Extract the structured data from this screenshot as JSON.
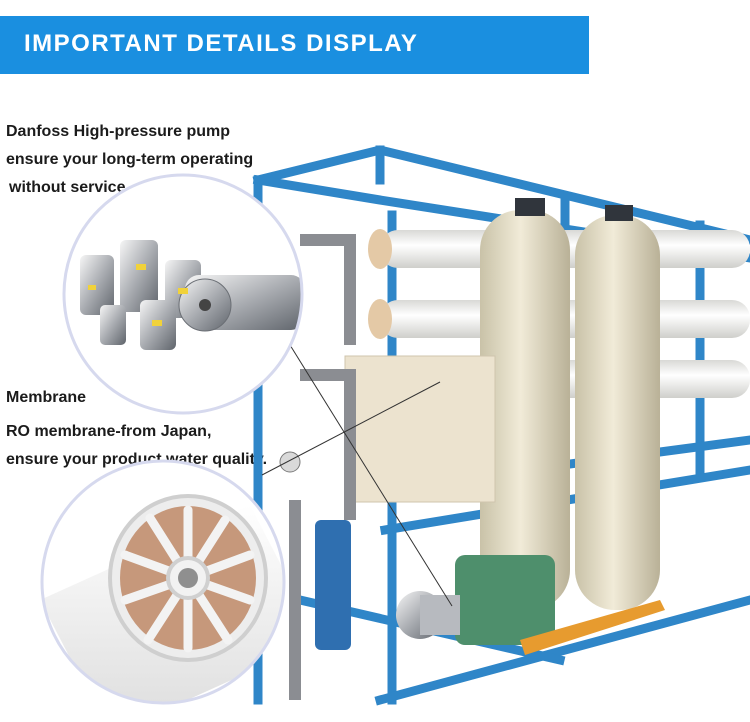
{
  "banner": {
    "title": "IMPORTANT DETAILS DISPLAY",
    "color": "#1a8fe0"
  },
  "pump_section": {
    "title": "Danfoss High-pressure pump",
    "line1": "ensure your long-term operating",
    "line2": "without service."
  },
  "membrane_section": {
    "title": "Membrane",
    "line1": "RO membrane-from Japan,",
    "line2": "ensure your product water quality."
  },
  "colors": {
    "frame_blue": "#2f86c8",
    "vessel_cream": "#e7e6cf",
    "pipe_white": "#f4f4f2",
    "tank_beige": "#ece3cf",
    "motor_green": "#4e8f6c",
    "circle_border": "#d6d9ee",
    "membrane_tan": "#c6987b"
  }
}
